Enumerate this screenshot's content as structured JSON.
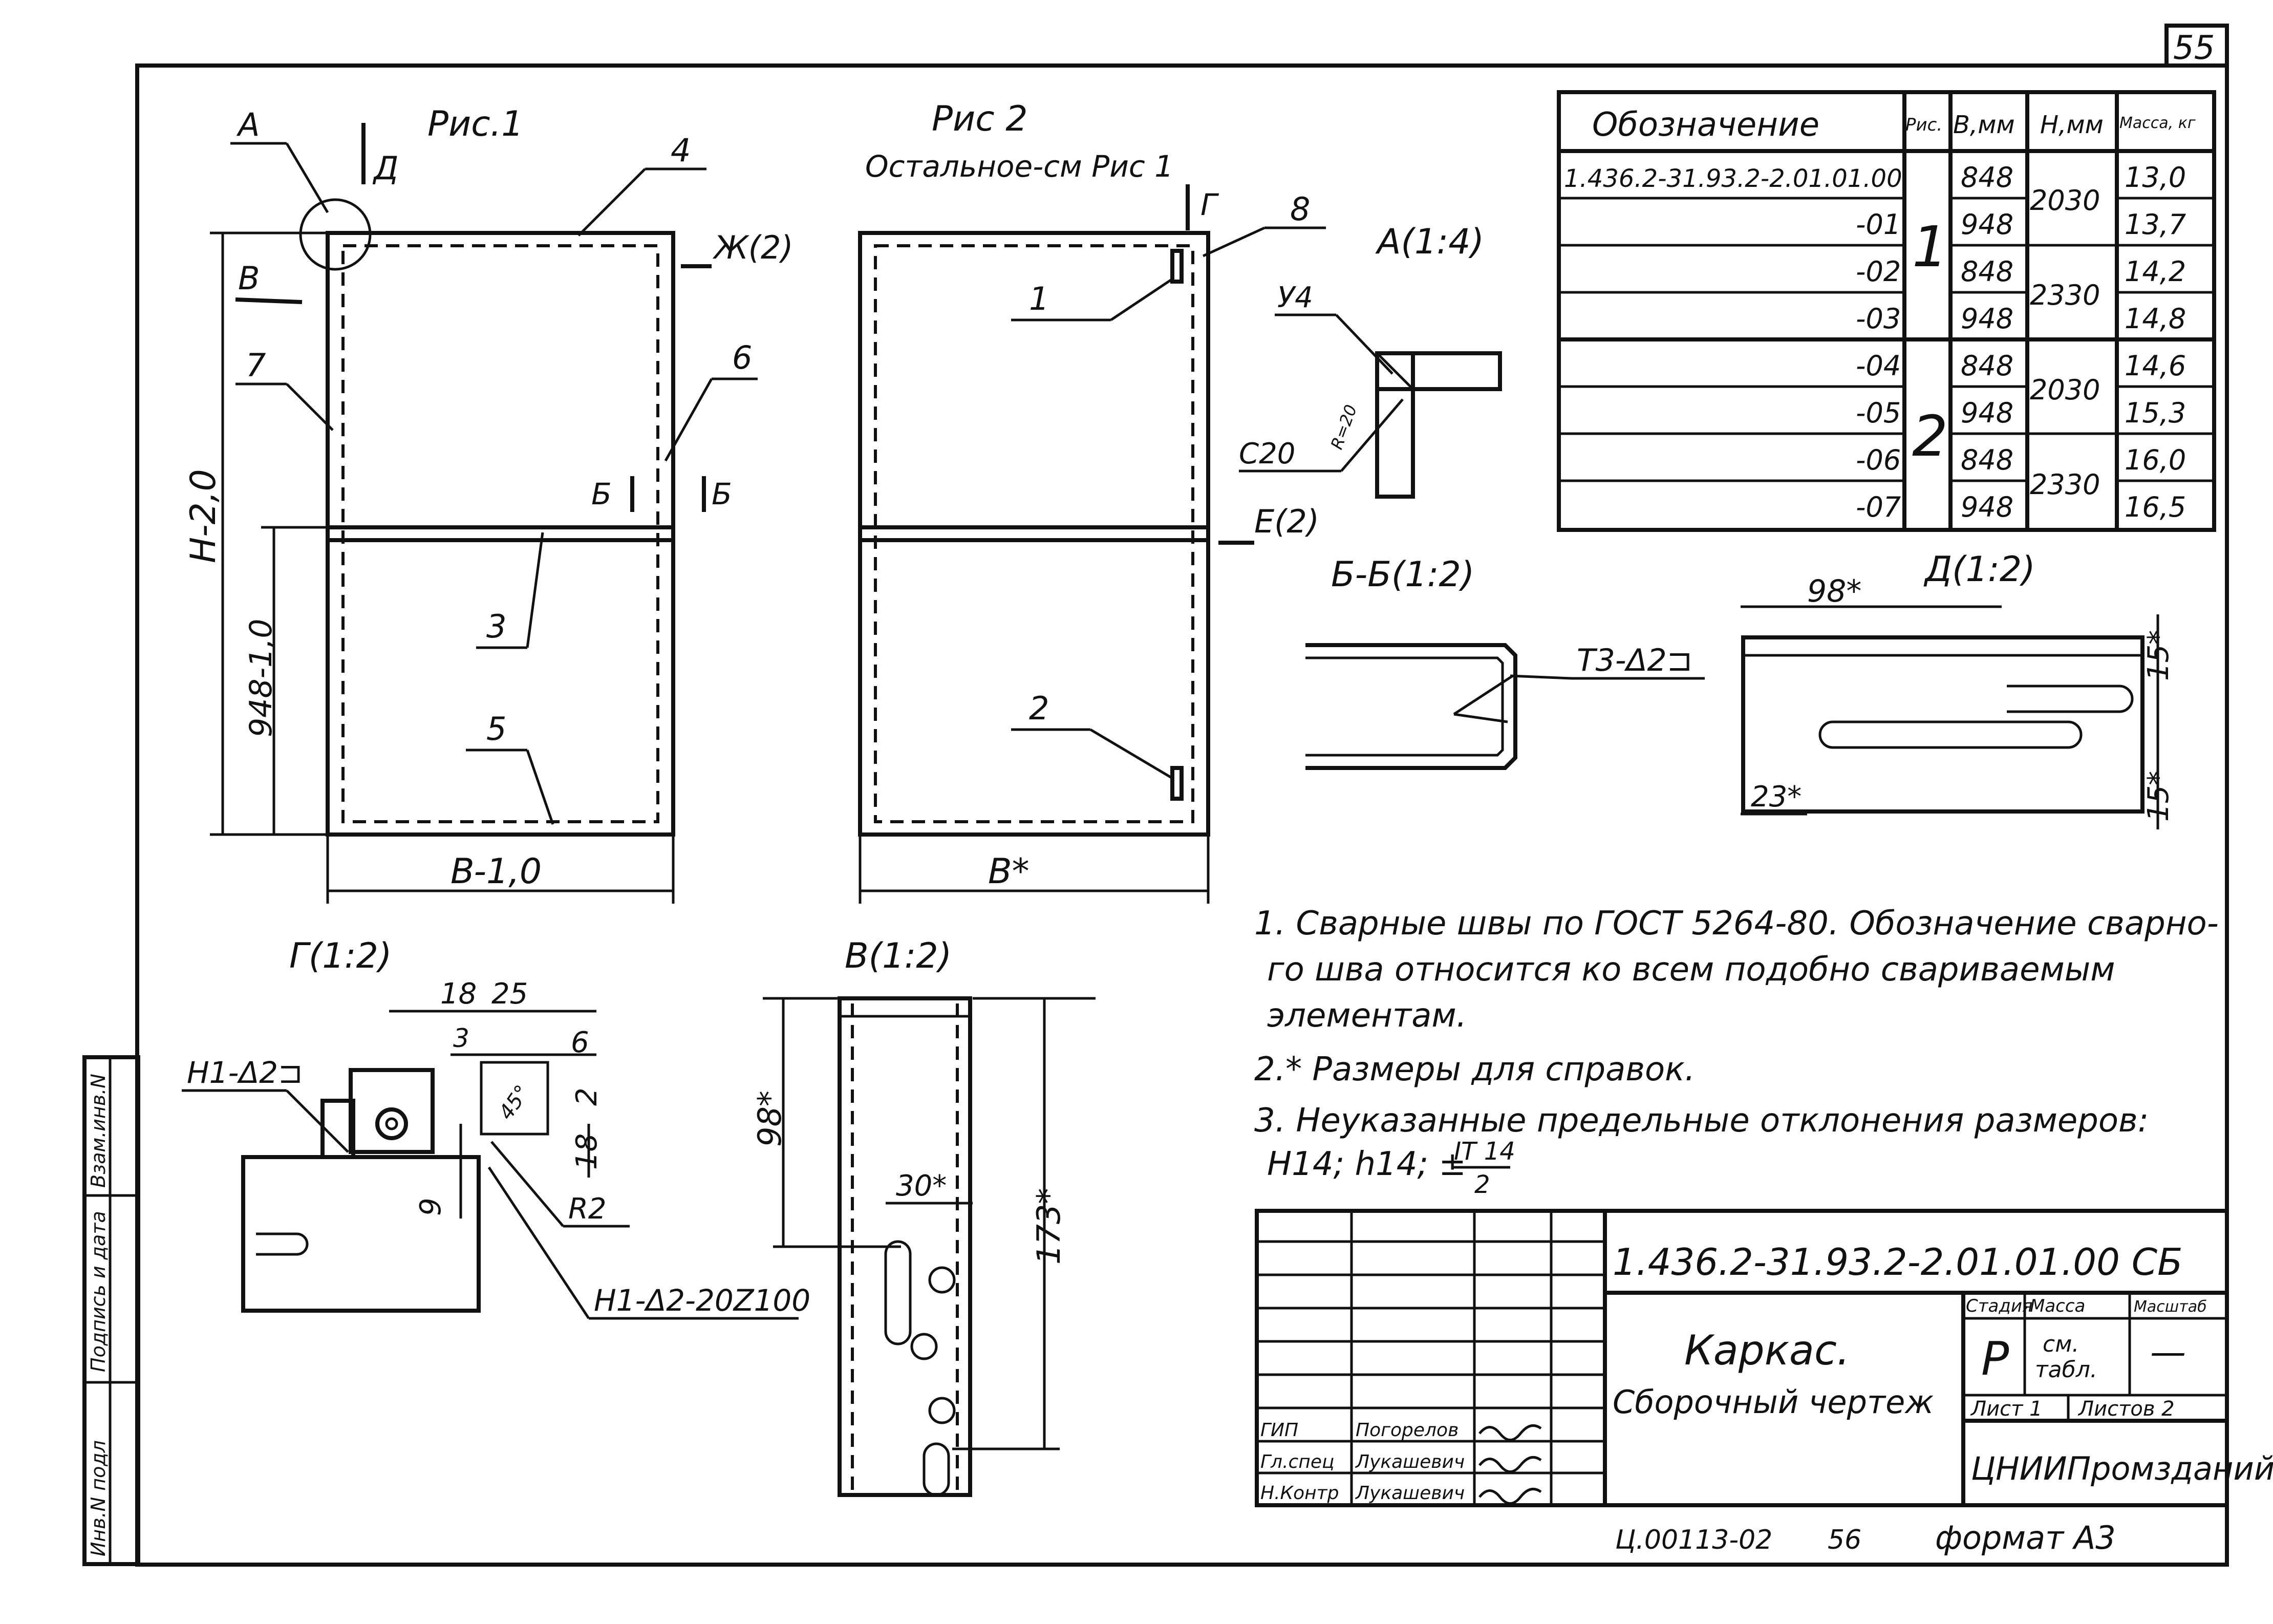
{
  "page_number": "55",
  "figures": {
    "fig1_title": "Рис.1",
    "fig2_title": "Рис 2",
    "fig2_subtitle": "Остальное-см Рис 1"
  },
  "leaders": {
    "A": "А",
    "D": "Д",
    "G": "Г",
    "V": "В",
    "B": "Б",
    "zh": "Ж(2)",
    "e": "Е(2)",
    "p1": "1",
    "p2": "2",
    "p3": "3",
    "p4": "4",
    "p5": "5",
    "p6": "6",
    "p7": "7",
    "p8": "8"
  },
  "dimensions": {
    "H": "H-2,0",
    "h948": "948-1,0",
    "B": "B-1,0",
    "Bstar": "B*",
    "d98": "98*",
    "d15a": "15*",
    "d15b": "15*",
    "d23": "23*",
    "d18": "18",
    "d25": "25",
    "d3": "3",
    "d6": "6",
    "d2": "2",
    "d18b": "18",
    "d9": "9",
    "r2": "R2",
    "d45": "45°",
    "v98": "98*",
    "v30": "30*",
    "v173": "173*"
  },
  "details": {
    "a_title": "А(1:4)",
    "a_weld1": "У4",
    "a_weld2": "С20",
    "a_weld2_sup": "R=20",
    "bb_title": "Б-Б(1:2)",
    "bb_weld": "Т3-Δ2⊐",
    "d_title": "Д(1:2)",
    "g_title": "Г(1:2)",
    "g_weld1": "Н1-Δ2⊐",
    "g_weld2": "Н1-Δ2-20Z100",
    "v_title": "В(1:2)"
  },
  "table": {
    "headers": [
      "Обозначение",
      "Рис.",
      "B,мм",
      "H,мм",
      "Масса, кг"
    ],
    "rows": [
      {
        "designation": "1.436.2-31.93.2-2.01.01.00",
        "B": "848",
        "mass": "13,0"
      },
      {
        "designation": "-01",
        "B": "948",
        "mass": "13,7"
      },
      {
        "designation": "-02",
        "B": "848",
        "mass": "14,2"
      },
      {
        "designation": "-03",
        "B": "948",
        "mass": "14,8"
      },
      {
        "designation": "-04",
        "B": "848",
        "mass": "14,6"
      },
      {
        "designation": "-05",
        "B": "948",
        "mass": "15,3"
      },
      {
        "designation": "-06",
        "B": "848",
        "mass": "16,0"
      },
      {
        "designation": "-07",
        "B": "948",
        "mass": "16,5"
      }
    ],
    "fig_groups": [
      "1",
      "2"
    ],
    "heights": [
      "2030",
      "2330",
      "2030",
      "2330"
    ]
  },
  "notes": [
    "1. Сварные швы по ГОСТ 5264-80. Обозначение сварно-",
    "го шва относится ко всем подобно свариваемым",
    "элементам.",
    "2.* Размеры для справок.",
    "3. Неуказанные предельные отклонения размеров:",
    "H14; h14; ±"
  ],
  "note_frac_num": "IT 14",
  "note_frac_den": "2",
  "title_block": {
    "code": "1.436.2-31.93.2-2.01.01.00 СБ",
    "name": "Каркас.",
    "subname": "Сборочный чертеж",
    "stage_label": "Стадия",
    "mass_label": "Масса",
    "scale_label": "Масштаб",
    "stage": "Р",
    "mass": "см.",
    "mass2": "табл.",
    "scale": "—",
    "sheet": "Лист 1",
    "sheets": "Листов 2",
    "org": "ЦНИИПромзданий",
    "roles": [
      "ГИП",
      "Гл.спец",
      "Н.Контр"
    ],
    "names": [
      "Погорелов",
      "Лукашевич",
      "Лукашевич"
    ]
  },
  "side_stamp": [
    "Инв.N подл",
    "Подпись и дата",
    "Взам.инв.N"
  ],
  "footer": {
    "id": "Ц.00113-02",
    "num": "56",
    "format": "формат А3"
  }
}
